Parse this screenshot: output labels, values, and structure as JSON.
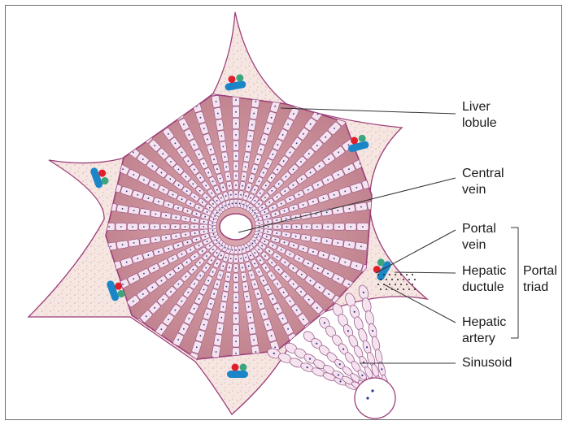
{
  "labels": {
    "liver_lobule": [
      "Liver",
      "lobule"
    ],
    "central_vein": [
      "Central",
      "vein"
    ],
    "portal_vein": [
      "Portal",
      "vein"
    ],
    "hepatic_ductule": [
      "Hepatic",
      "ductule"
    ],
    "hepatic_artery": [
      "Hepatic",
      "artery"
    ],
    "portal_triad": [
      "Portal",
      "triad"
    ],
    "sinusoid": "Sinusoid"
  },
  "colors": {
    "lobule_fill": "#c9919b",
    "lobule_outline": "#9c3f7a",
    "cell_fill": "#f6e3f0",
    "cell_stroke": "#8f4f80",
    "nucleus": "#2a3a8c",
    "portal_vein": "#1a86c8",
    "hepatic_ductule": "#3aa57f",
    "hepatic_artery": "#e01f2d",
    "connective_tissue": "#f2dcd7"
  },
  "icons": [
    "portal-triad-icon",
    "central-vein-icon",
    "sinusoid-icon"
  ]
}
